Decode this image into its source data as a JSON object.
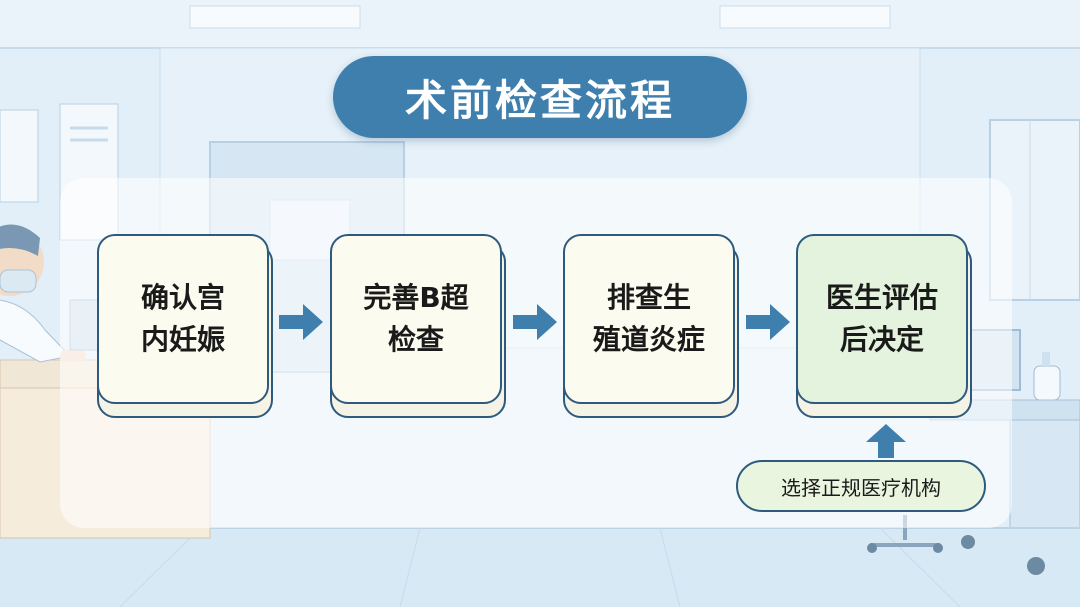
{
  "title": "术前检查流程",
  "steps": [
    {
      "lines": [
        "确认宫",
        "内妊娠"
      ]
    },
    {
      "lines": [
        "完善B超",
        "检查"
      ]
    },
    {
      "lines": [
        "排查生",
        "殖道炎症"
      ]
    },
    {
      "lines": [
        "医生评估",
        "后决定"
      ]
    }
  ],
  "note": "选择正规医疗机构",
  "colors": {
    "title_bg": "#3f7fae",
    "card_border": "#2e5a7e",
    "card_fill": "#fcfbef",
    "final_card_fill": "#e4f3dd",
    "arrow": "#3f7fae",
    "note_fill": "#eaf5e0"
  }
}
